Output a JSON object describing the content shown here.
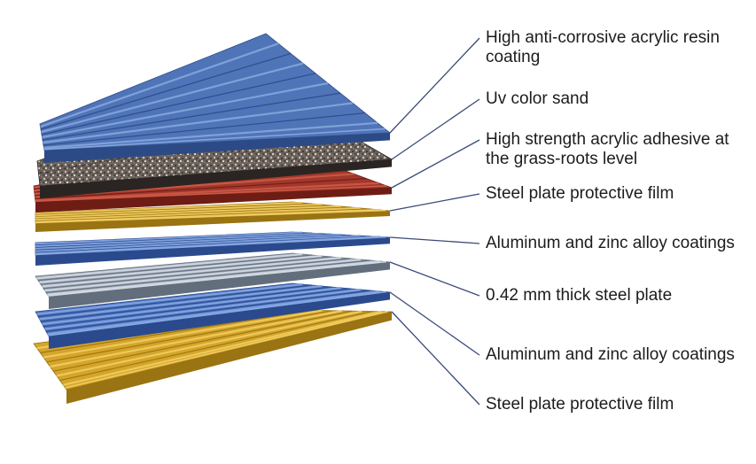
{
  "layers": [
    {
      "id": "top-acrylic-coating",
      "label_lines": [
        "High anti-corrosive acrylic resin",
        "coating"
      ],
      "material": "corrugated-sheet",
      "color": "#4f74b8",
      "dark_color": "#2c4a86",
      "light_color": "#86a6dc"
    },
    {
      "id": "uv-color-sand",
      "label_lines": [
        "Uv color sand"
      ],
      "material": "granular-sand",
      "color": "#5e5550",
      "dark_color": "#2a2522",
      "light_color": "#bdb4aa"
    },
    {
      "id": "acrylic-adhesive",
      "label_lines": [
        "High strength acrylic adhesive at",
        "the grass-roots level"
      ],
      "material": "corrugated-sheet",
      "color": "#a3372b",
      "dark_color": "#6e1d15",
      "light_color": "#cc5a48"
    },
    {
      "id": "protective-film-upper",
      "label_lines": [
        "Steel plate protective film"
      ],
      "material": "corrugated-sheet",
      "color": "#d4a52a",
      "dark_color": "#9a7312",
      "light_color": "#f0cd62"
    },
    {
      "id": "alu-zinc-upper",
      "label_lines": [
        "Aluminum and zinc alloy coatings"
      ],
      "material": "corrugated-sheet",
      "color": "#4d73bf",
      "dark_color": "#2b4a8d",
      "light_color": "#86a8e2"
    },
    {
      "id": "steel-plate",
      "label_lines": [
        "0.42 mm thick steel plate"
      ],
      "material": "corrugated-sheet",
      "color": "#9aa5b4",
      "dark_color": "#636e7d",
      "light_color": "#d3dae3"
    },
    {
      "id": "alu-zinc-lower",
      "label_lines": [
        "Aluminum and zinc alloy coatings"
      ],
      "material": "corrugated-sheet",
      "color": "#4d73bf",
      "dark_color": "#2b4a8d",
      "light_color": "#86a8e2"
    },
    {
      "id": "protective-film-lower",
      "label_lines": [
        "Steel plate protective film"
      ],
      "material": "corrugated-sheet",
      "color": "#d4a52a",
      "dark_color": "#9a7312",
      "light_color": "#f0cd62"
    }
  ],
  "leader_line_color": "#3a4a7a"
}
